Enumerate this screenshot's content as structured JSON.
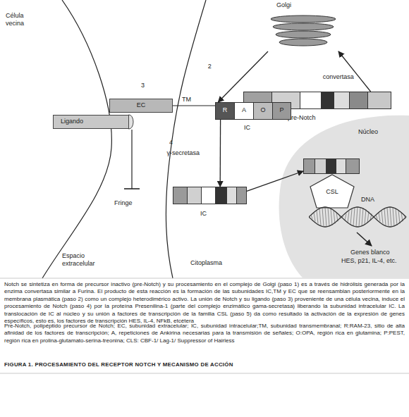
{
  "diagram": {
    "title": "FIGURA 1. PROCESAMIENTO DEL RECEPTOR NOTCH Y MECANISMO DE ACCIÓN",
    "caption": "Notch se sintetiza en forma de precursor inactivo (pre-Notch) y su procesamiento en el complejo de Golgi (paso 1) es a través de hidrólisis generada por la enzima convertasa similar a Furina. El producto de esta reacción es la formación de las subunidades IC,TM y EC que se reensamblan posteriormente en la membrana plasmática (paso 2) como un complejo heterodimérico activo. La unión de Notch y su ligando (paso 3) proveniente de una célula vecina, induce el procesamiento de Notch (paso 4) por la proteína Presenilina-1 (parte del complejo enzimático gama-secretasa) liberando la subunidad intracelular IC. La translocación de IC al núcleo y su unión a factores de transcripción de la familia CSL (paso 5) da como resultado la activación de la expresión de genes específicos, esto es, los factores de transcripción HES, IL-4, NFkB, etcétera",
    "nodes": [
      {
        "text": [
          "Golgi"
        ]
      },
      {
        "text": [
          "pre-Notch"
        ]
      },
      {
        "text": [
          "Ligando"
        ]
      },
      {
        "text": [
          "EC"
        ]
      },
      {
        "text": [
          "R",
          "A",
          "O",
          "P",
          "IC"
        ]
      },
      {
        "text": [
          "IC"
        ]
      },
      {
        "text": [
          "Núcleo"
        ]
      },
      {
        "text": [
          "CSL"
        ],
        "in": 6
      },
      {
        "text": [
          "DNA"
        ],
        "in": 6
      }
    ],
    "edges": [
      {
        "from": 1,
        "to": 0,
        "arrow": "to",
        "label": "convertasa"
      },
      {
        "from": 0,
        "to": 4,
        "arrow": "to",
        "label": "2"
      },
      {
        "from": 4,
        "to": 5,
        "arrow": "to",
        "label": "γ-secretasa"
      },
      {
        "from": 5,
        "to": 7,
        "arrow": "to"
      }
    ],
    "labels": [
      "Célula vecina",
      "3",
      "TM",
      "4",
      "Fringe",
      "Espacio extracelular",
      "Citoplasma",
      "Genes blanco",
      "HES, p21, IL-4, etc.",
      "Pre-Notch, polipéptido precursor de Notch; EC, subunidad extracelular; IC, subunidad intracelular;TM, subunidad transmembranal; R:RAM-23, sitio de alta afinidad de los factores de transcripción; A, repeticiones de Ankirina necesarias para la transmisión de señales; O:OPA, región rica en glutamina; P:PEST, región rica en prolina-glutamato-serina-treonina; CLS: CBF-1/ Lag-1/ Suppressor of Hairless"
    ]
  }
}
